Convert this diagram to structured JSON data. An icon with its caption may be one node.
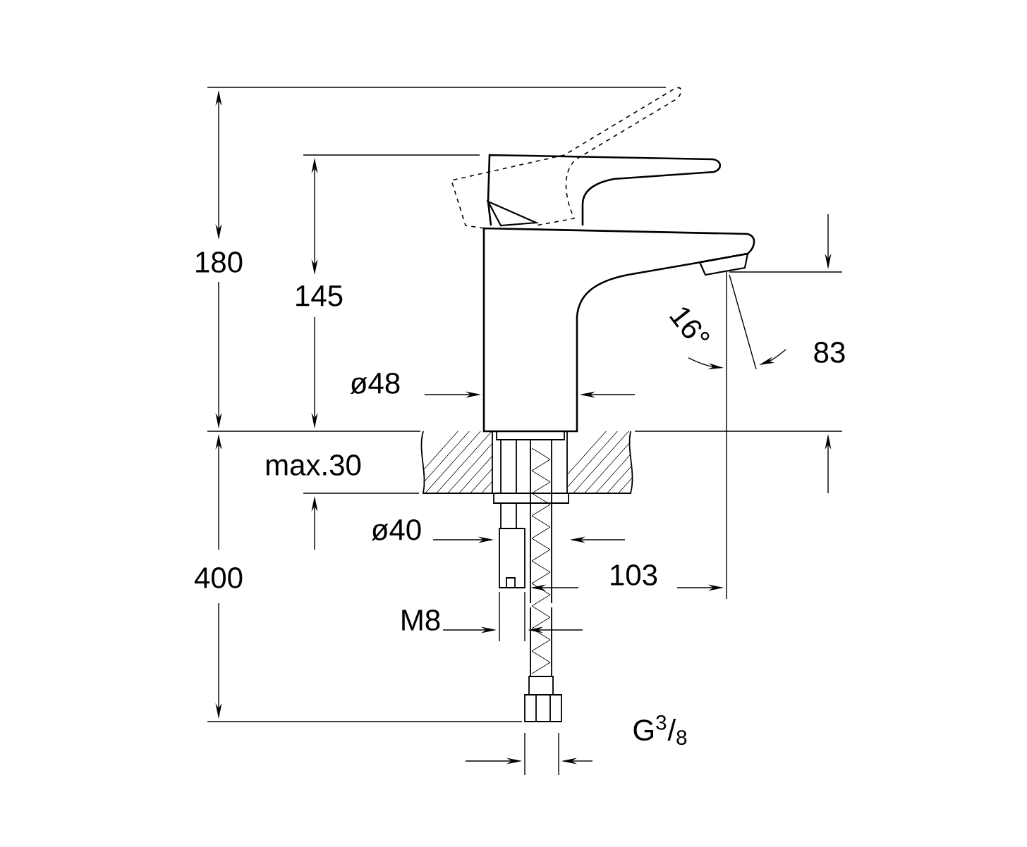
{
  "diagram": {
    "labels": [
      "180",
      "145",
      "16°",
      "83",
      "ø48",
      "max.30",
      "ø40",
      "103",
      "400",
      "M8",
      "G$^{3}$/$_{8}$"
    ]
  }
}
